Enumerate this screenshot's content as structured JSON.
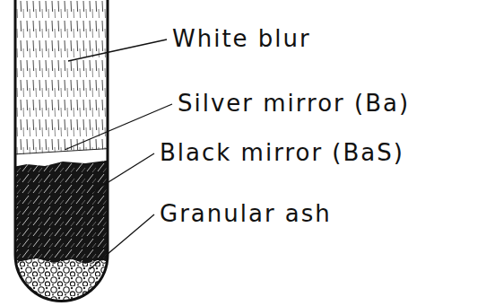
{
  "diagram": {
    "labels": [
      "White blur",
      "Silver mirror (Ba)",
      "Black mirror (BaS)",
      "Granular ash"
    ]
  }
}
